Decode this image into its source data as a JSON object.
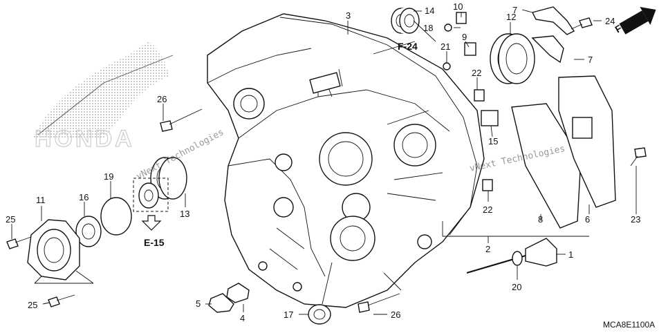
{
  "diagram": {
    "code": "MCA8E1100A",
    "direction_label": "FR.",
    "ref_f24": "F-24",
    "ref_e15": "E-15",
    "watermark_lines": [
      "vNext Technologies",
      "vNext Technologies"
    ],
    "logo_text": "HONDA",
    "callouts": {
      "c1": "1",
      "c2": "2",
      "c3": "3",
      "c4": "4",
      "c5": "5",
      "c6": "6",
      "c7a": "7",
      "c7b": "7",
      "c8": "8",
      "c9": "9",
      "c10": "10",
      "c11": "11",
      "c12": "12",
      "c13": "13",
      "c14": "14",
      "c15": "15",
      "c16": "16",
      "c17": "17",
      "c18": "18",
      "c19": "19",
      "c20": "20",
      "c21": "21",
      "c22a": "22",
      "c22b": "22",
      "c23": "23",
      "c24": "24",
      "c25a": "25",
      "c25b": "25",
      "c26a": "26",
      "c26b": "26"
    }
  }
}
